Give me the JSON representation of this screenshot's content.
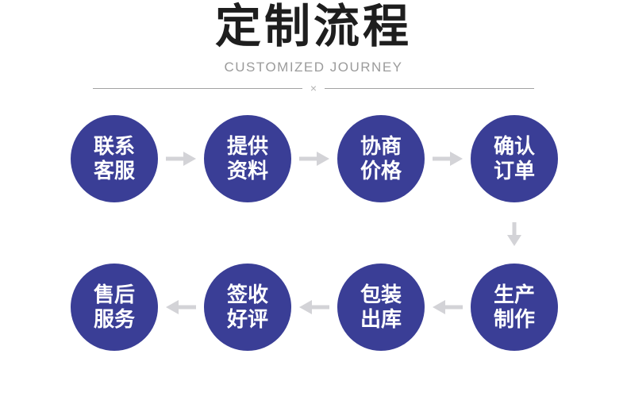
{
  "header": {
    "title": "定制流程",
    "subtitle": "CUSTOMIZED JOURNEY",
    "divider_symbol": "×"
  },
  "colors": {
    "circle_fill": "#3a3e96",
    "circle_text": "#ffffff",
    "arrow": "#d3d3d7",
    "title_text": "#1e1e1e",
    "subtitle_text": "#9b9b9b",
    "divider_line": "#a3a3a3"
  },
  "flow": {
    "row1": [
      {
        "line1": "联系",
        "line2": "客服"
      },
      {
        "line1": "提供",
        "line2": "资料"
      },
      {
        "line1": "协商",
        "line2": "价格"
      },
      {
        "line1": "确认",
        "line2": "订单"
      }
    ],
    "row2": [
      {
        "line1": "售后",
        "line2": "服务"
      },
      {
        "line1": "签收",
        "line2": "好评"
      },
      {
        "line1": "包装",
        "line2": "出库"
      },
      {
        "line1": "生产",
        "line2": "制作"
      }
    ],
    "sequence": [
      "联系客服",
      "提供资料",
      "协商价格",
      "确认订单",
      "生产制作",
      "包装出库",
      "签收好评",
      "售后服务"
    ]
  }
}
